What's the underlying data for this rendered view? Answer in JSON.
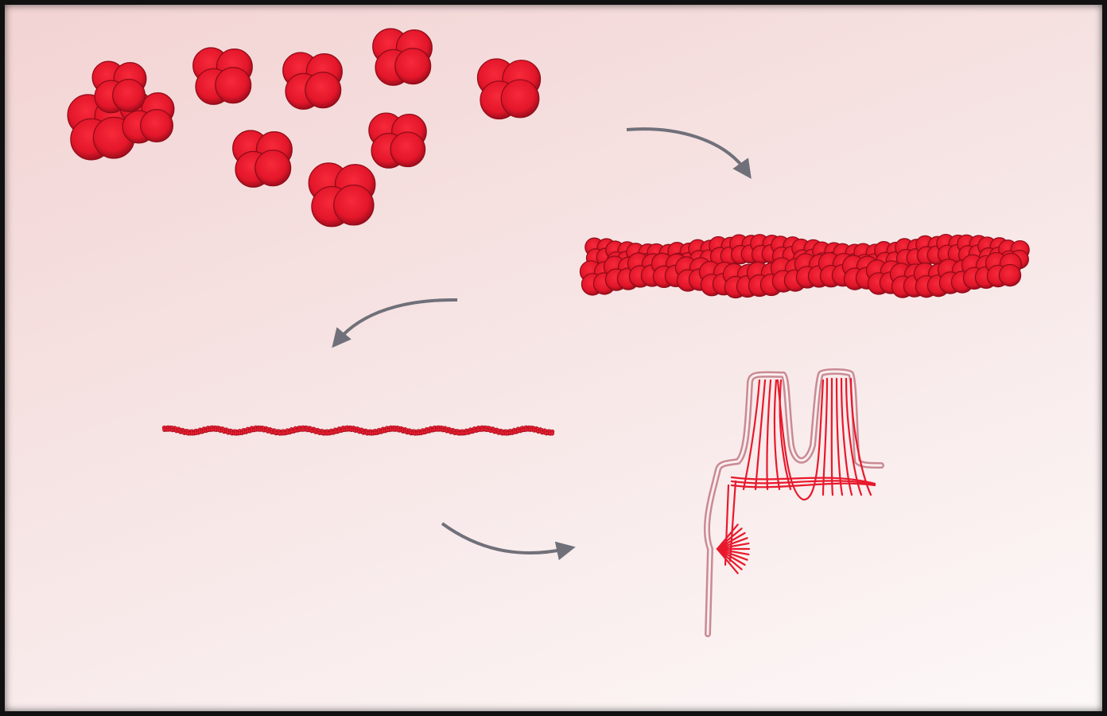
{
  "diagram": {
    "stages": [
      "monomers",
      "filament-thick",
      "filament-thin",
      "cell-protrusions"
    ],
    "colors": {
      "monomer": "#e8192c",
      "monomer_dark": "#a80f1e",
      "arrow": "#70707a",
      "membrane": "#c98a93",
      "fiber": "#e8192c",
      "background_start": "#f3d3d3",
      "background_end": "#fdf8f8"
    }
  }
}
